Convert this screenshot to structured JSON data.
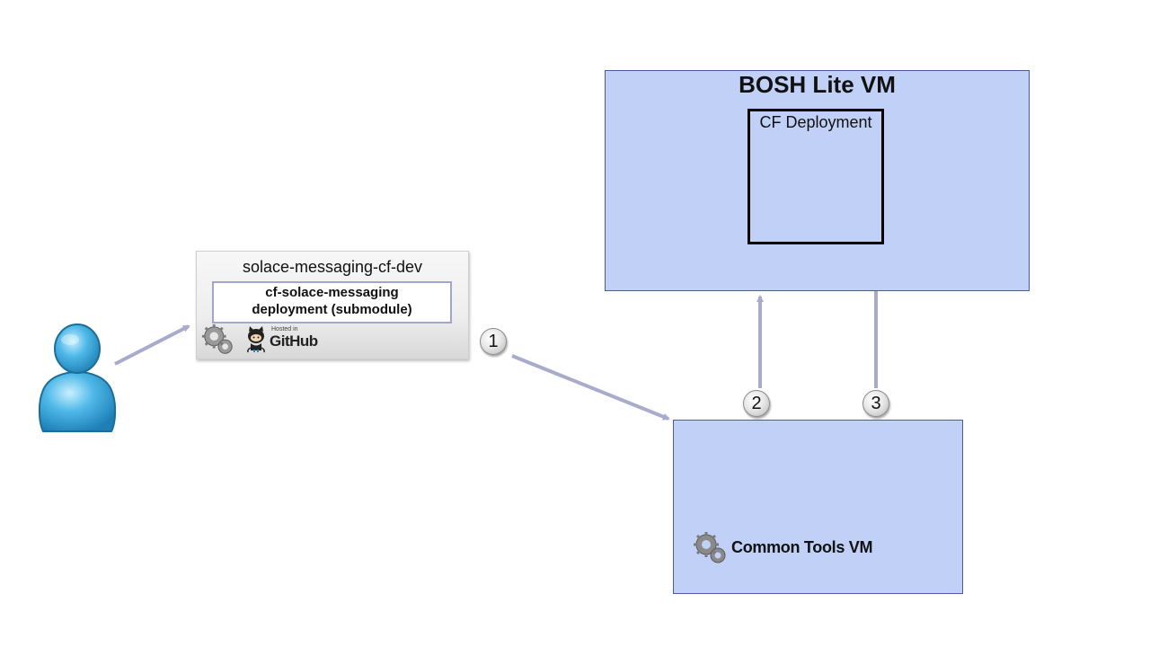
{
  "bosh": {
    "title": "BOSH Lite VM",
    "inner_label": "CF Deployment"
  },
  "tools": {
    "label": "Common Tools VM"
  },
  "repo": {
    "title": "solace-messaging-cf-dev",
    "submodule_line1": "cf-solace-messaging",
    "submodule_line2": "deployment (submodule)",
    "github_hosted": "Hosted in",
    "github_label": "GitHub"
  },
  "steps": [
    "1",
    "2",
    "3"
  ],
  "colors": {
    "vm_fill": "#c0d0f6",
    "vm_border": "#4a5a9a",
    "arrow": "#a9abcc",
    "user_icon": "#3aa6dc"
  },
  "icons": {
    "user": "user-icon",
    "gear": "gear-icon",
    "github": "octocat-icon"
  }
}
